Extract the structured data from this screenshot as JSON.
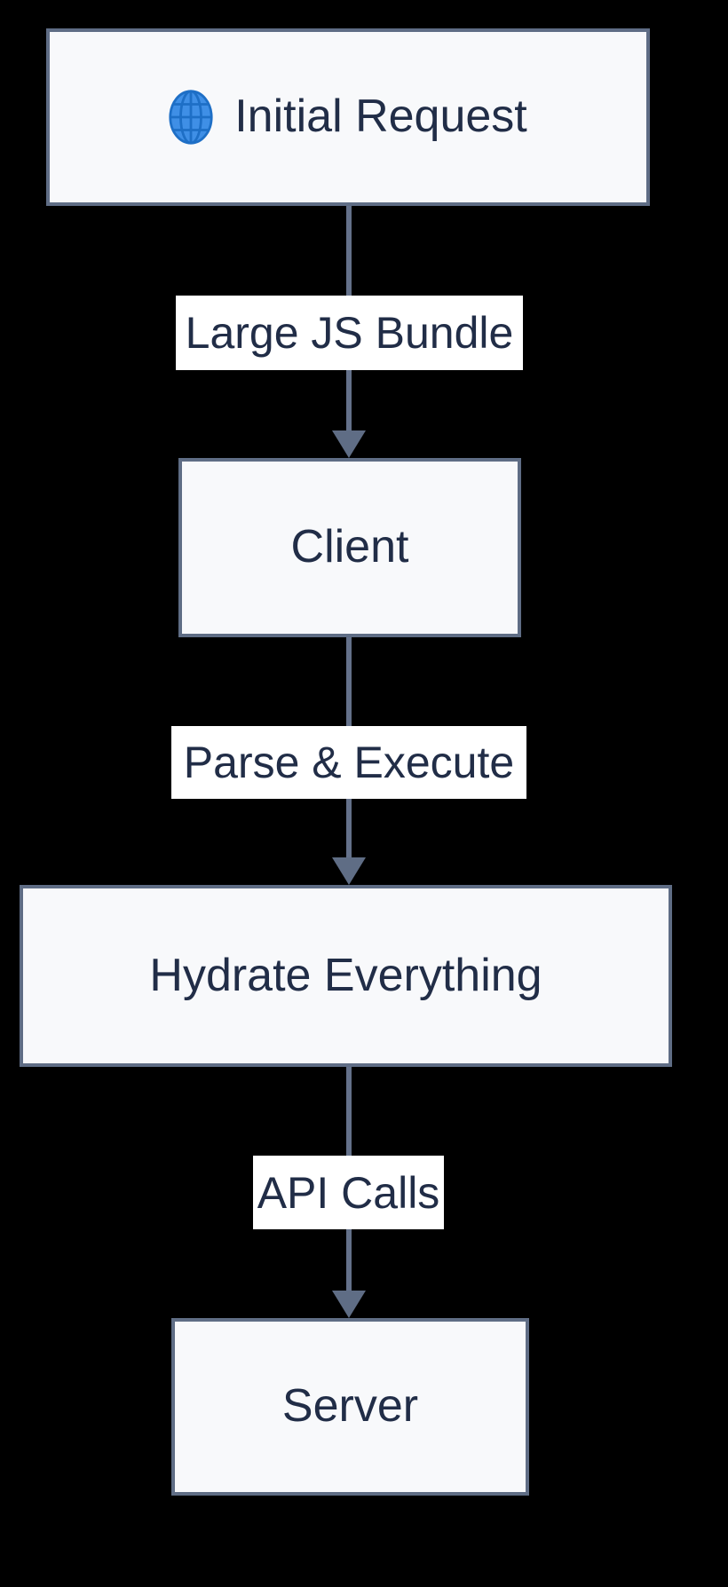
{
  "diagram": {
    "type": "flowchart",
    "direction": "top-down"
  },
  "nodes": {
    "initial": {
      "label": "Initial Request",
      "icon": "globe-icon"
    },
    "client": {
      "label": "Client"
    },
    "hydrate": {
      "label": "Hydrate Everything"
    },
    "server": {
      "label": "Server"
    }
  },
  "edges": {
    "initial_to_client": {
      "label": "Large JS Bundle"
    },
    "client_to_hydrate": {
      "label": "Parse & Execute"
    },
    "hydrate_to_server": {
      "label": "API Calls"
    }
  },
  "colors": {
    "background": "#000000",
    "node_fill": "#f8f9fb",
    "node_border": "#5f6d85",
    "node_text": "#212d47",
    "edge_line": "#64718a",
    "arrowhead": "#5f6d85",
    "edge_label_bg": "#ffffff",
    "edge_label_text": "#212d47",
    "globe_fill": "#3f8fe6",
    "globe_grid": "#1e6fc6"
  }
}
